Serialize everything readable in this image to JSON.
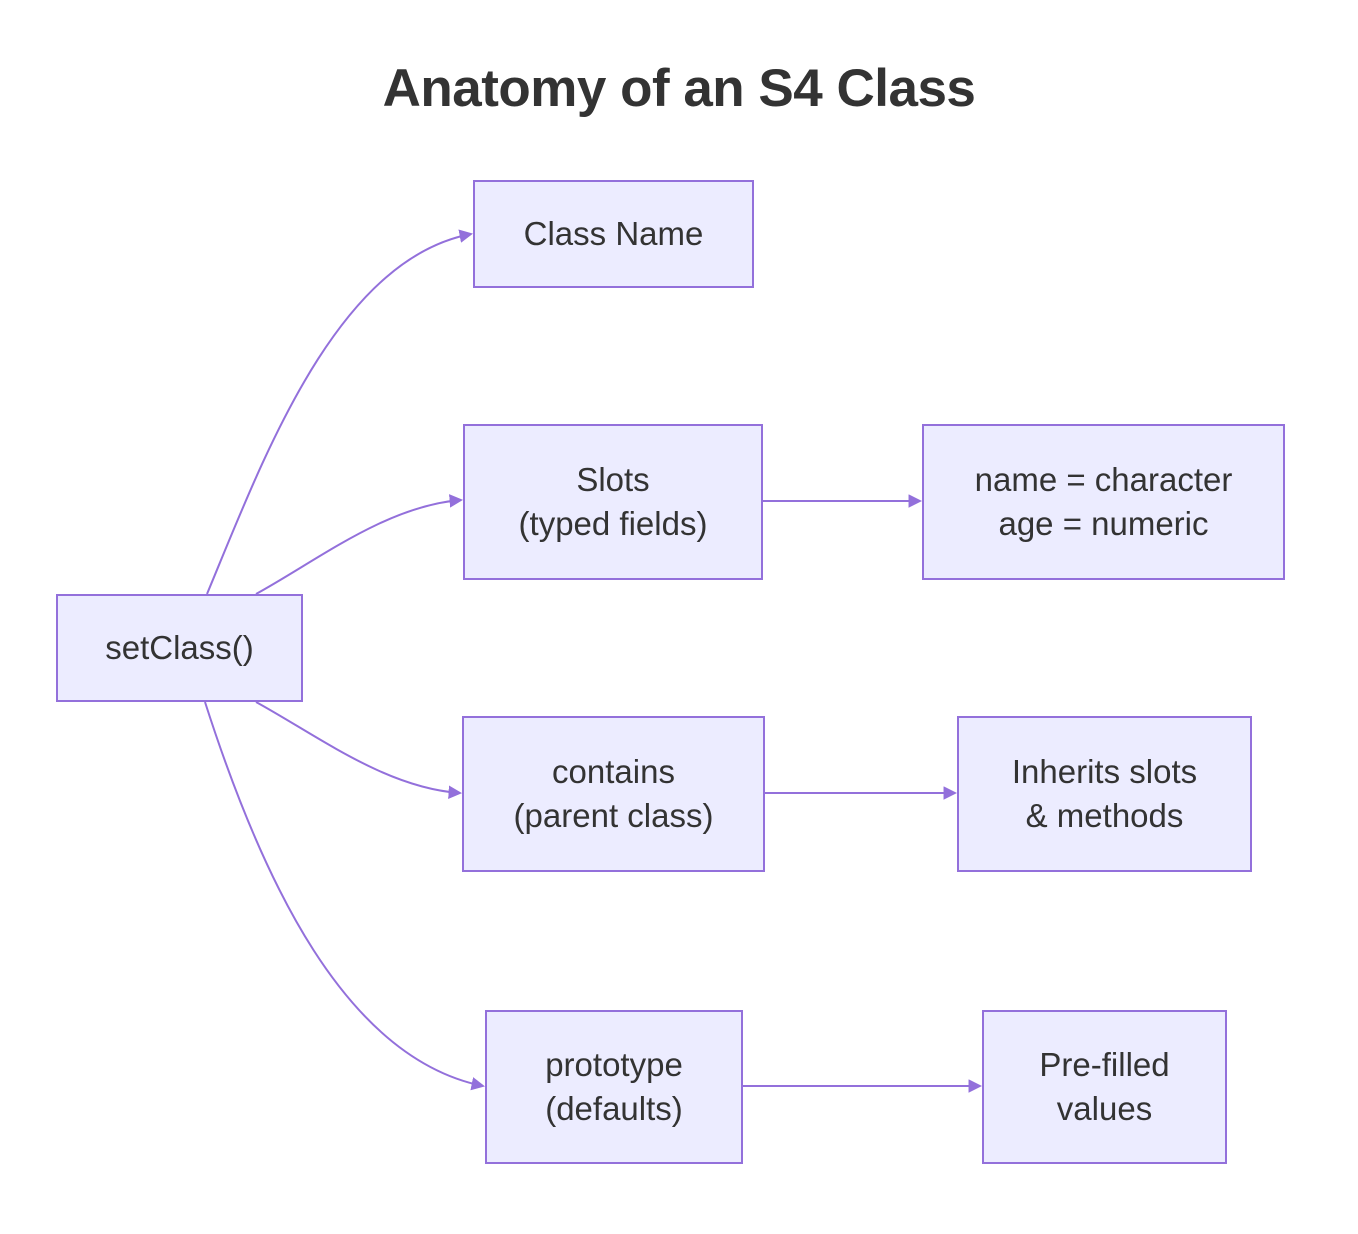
{
  "title": "Anatomy of an S4 Class",
  "colors": {
    "background": "#FFFFFF",
    "node_fill": "#ECECFF",
    "node_border": "#9370DB",
    "edge_color": "#9370DB",
    "text_color": "#333333",
    "title_color": "#333333"
  },
  "nodes": {
    "setclass": {
      "line1": "setClass()"
    },
    "classname": {
      "line1": "Class Name"
    },
    "slots": {
      "line1": "Slots",
      "line2": "(typed fields)"
    },
    "slots_detail": {
      "line1": "name = character",
      "line2": "age = numeric"
    },
    "contains": {
      "line1": "contains",
      "line2": "(parent class)"
    },
    "contains_detail": {
      "line1": "Inherits slots",
      "line2": "& methods"
    },
    "prototype": {
      "line1": "prototype",
      "line2": "(defaults)"
    },
    "prototype_detail": {
      "line1": "Pre-filled",
      "line2": "values"
    }
  },
  "edges": [
    {
      "from": "setClass()",
      "to": "Class Name"
    },
    {
      "from": "setClass()",
      "to": "Slots (typed fields)"
    },
    {
      "from": "setClass()",
      "to": "contains (parent class)"
    },
    {
      "from": "setClass()",
      "to": "prototype (defaults)"
    },
    {
      "from": "Slots (typed fields)",
      "to": "name = character / age = numeric"
    },
    {
      "from": "contains (parent class)",
      "to": "Inherits slots & methods"
    },
    {
      "from": "prototype (defaults)",
      "to": "Pre-filled values"
    }
  ]
}
